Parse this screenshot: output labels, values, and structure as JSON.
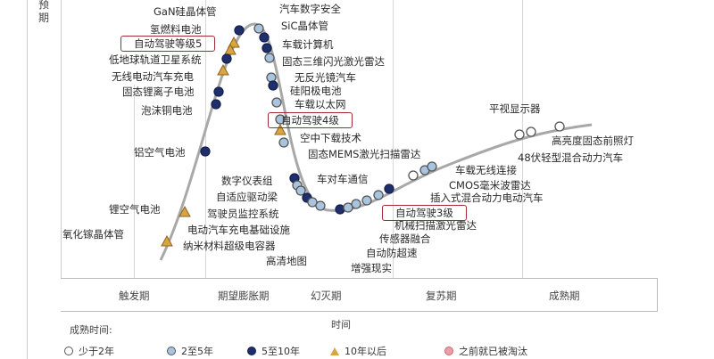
{
  "y_axis_label": "预期",
  "x_axis_label": "时间",
  "phases": [
    "触发期",
    "期望膨胀期",
    "幻灭期",
    "复苏期",
    "成熟期"
  ],
  "legend": {
    "title": "成熟时间:",
    "items": [
      {
        "type": "lt2",
        "label": "少于2年"
      },
      {
        "type": "2to5",
        "label": "2至5年"
      },
      {
        "type": "5to10",
        "label": "5至10年"
      },
      {
        "type": "gt10",
        "label": "10年以后"
      },
      {
        "type": "obsolete",
        "label": "之前就已被淘汰"
      }
    ]
  },
  "colors": {
    "lt2": "#ffffff",
    "2to5": "#a9c4de",
    "5to10": "#1f2f6b",
    "gt10": "#d9a441",
    "obsolete": "#e8a0a8",
    "curve": "#a8a8a8",
    "highlight": "#a02c3a"
  },
  "technologies": [
    {
      "label": "GaN硅晶体管",
      "maturity": "5to10"
    },
    {
      "label": "氢燃料电池",
      "maturity": "gt10"
    },
    {
      "label": "自动驾驶等级5",
      "maturity": "gt10",
      "highlighted": true
    },
    {
      "label": "低地球轨道卫星系统",
      "maturity": "5to10"
    },
    {
      "label": "无线电动汽车充电",
      "maturity": "gt10"
    },
    {
      "label": "固态锂离子电池",
      "maturity": "5to10"
    },
    {
      "label": "泡沫铜电池",
      "maturity": "5to10"
    },
    {
      "label": "铝空气电池",
      "maturity": "5to10"
    },
    {
      "label": "锂空气电池",
      "maturity": "gt10"
    },
    {
      "label": "氧化镓晶体管",
      "maturity": "gt10"
    },
    {
      "label": "汽车数字安全",
      "maturity": "2to5"
    },
    {
      "label": "SiC晶体管",
      "maturity": "5to10"
    },
    {
      "label": "车载计算机",
      "maturity": "5to10"
    },
    {
      "label": "固态三维闪光激光雷达",
      "maturity": "2to5"
    },
    {
      "label": "无反光镜汽车",
      "maturity": "2to5"
    },
    {
      "label": "硅阳极电池",
      "maturity": "5to10"
    },
    {
      "label": "车载以太网",
      "maturity": "2to5"
    },
    {
      "label": "自动驾驶4级",
      "maturity": "2to5",
      "highlighted": true
    },
    {
      "label": "空中下载技术",
      "maturity": "gt10"
    },
    {
      "label": "固态MEMS激光扫描雷达",
      "maturity": "2to5"
    },
    {
      "label": "数字仪表组",
      "maturity": "5to10"
    },
    {
      "label": "车对车通信",
      "maturity": "2to5"
    },
    {
      "label": "自适应驱动梁",
      "maturity": "2to5"
    },
    {
      "label": "驾驶员监控系统",
      "maturity": "5to10"
    },
    {
      "label": "电动汽车充电基础设施",
      "maturity": "2to5"
    },
    {
      "label": "纳米材料超级电容器",
      "maturity": "2to5"
    },
    {
      "label": "高清地图",
      "maturity": "5to10"
    },
    {
      "label": "增强现实",
      "maturity": "2to5"
    },
    {
      "label": "自动防超速",
      "maturity": "2to5"
    },
    {
      "label": "传感器融合",
      "maturity": "2to5"
    },
    {
      "label": "机械扫描激光雷达",
      "maturity": "2to5"
    },
    {
      "label": "自动驾驶3级",
      "maturity": "5to10",
      "highlighted": true
    },
    {
      "label": "插入式混合动力电动汽车",
      "maturity": "lt2"
    },
    {
      "label": "CMOS毫米波雷达",
      "maturity": "2to5"
    },
    {
      "label": "车载无线连接",
      "maturity": "2to5"
    },
    {
      "label": "48伏轻型混合动力汽车",
      "maturity": "lt2"
    },
    {
      "label": "高亮度固态前照灯",
      "maturity": "lt2"
    },
    {
      "label": "平视显示器",
      "maturity": "lt2"
    }
  ]
}
